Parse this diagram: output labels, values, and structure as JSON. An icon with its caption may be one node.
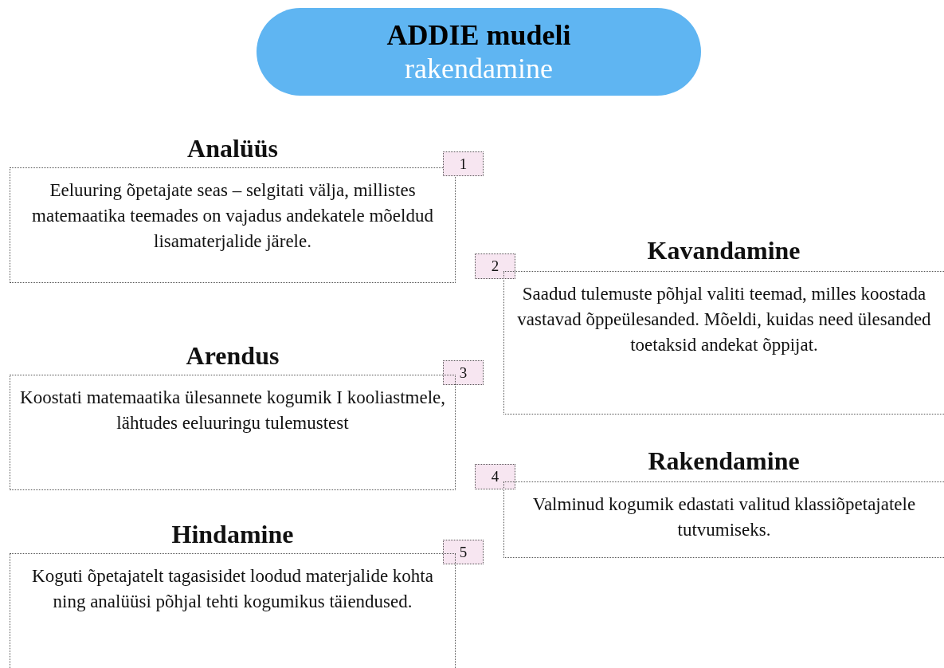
{
  "diagram": {
    "nodes": [
      {
        "text": [
          "ADDIE mudeli",
          "rakendamine"
        ]
      },
      {
        "text": [
          "Analüüs",
          "Eeluuring õpetajate seas – selgitati välja, millistes matemaatika teemades on vajadus andekatele mõeldud lisamaterjalide järele."
        ]
      },
      {
        "text": [
          "1"
        ]
      },
      {
        "text": [
          "2"
        ]
      },
      {
        "text": [
          "Kavandamine",
          "Saadud tulemuste põhjal valiti teemad, milles koostada vastavad õppeülesanded. Mõeldi, kuidas need ülesanded toetaksid andekat õppijat."
        ]
      },
      {
        "text": [
          "3"
        ]
      },
      {
        "text": [
          "Arendus",
          "Koostati matemaatika ülesannete kogumik I kooliastmele, lähtudes eeluuringu tulemustest"
        ]
      },
      {
        "text": [
          "4"
        ]
      },
      {
        "text": [
          "Rakendamine",
          "Valminud kogumik edastati valitud klassiõpetajatele tutvumiseks."
        ]
      },
      {
        "text": [
          "5"
        ]
      },
      {
        "text": [
          "Hindamine",
          "Koguti õpetajatelt tagasisidet loodud materjalide kohta ning analüüsi põhjal tehti kogumikus täiendused."
        ]
      }
    ]
  }
}
